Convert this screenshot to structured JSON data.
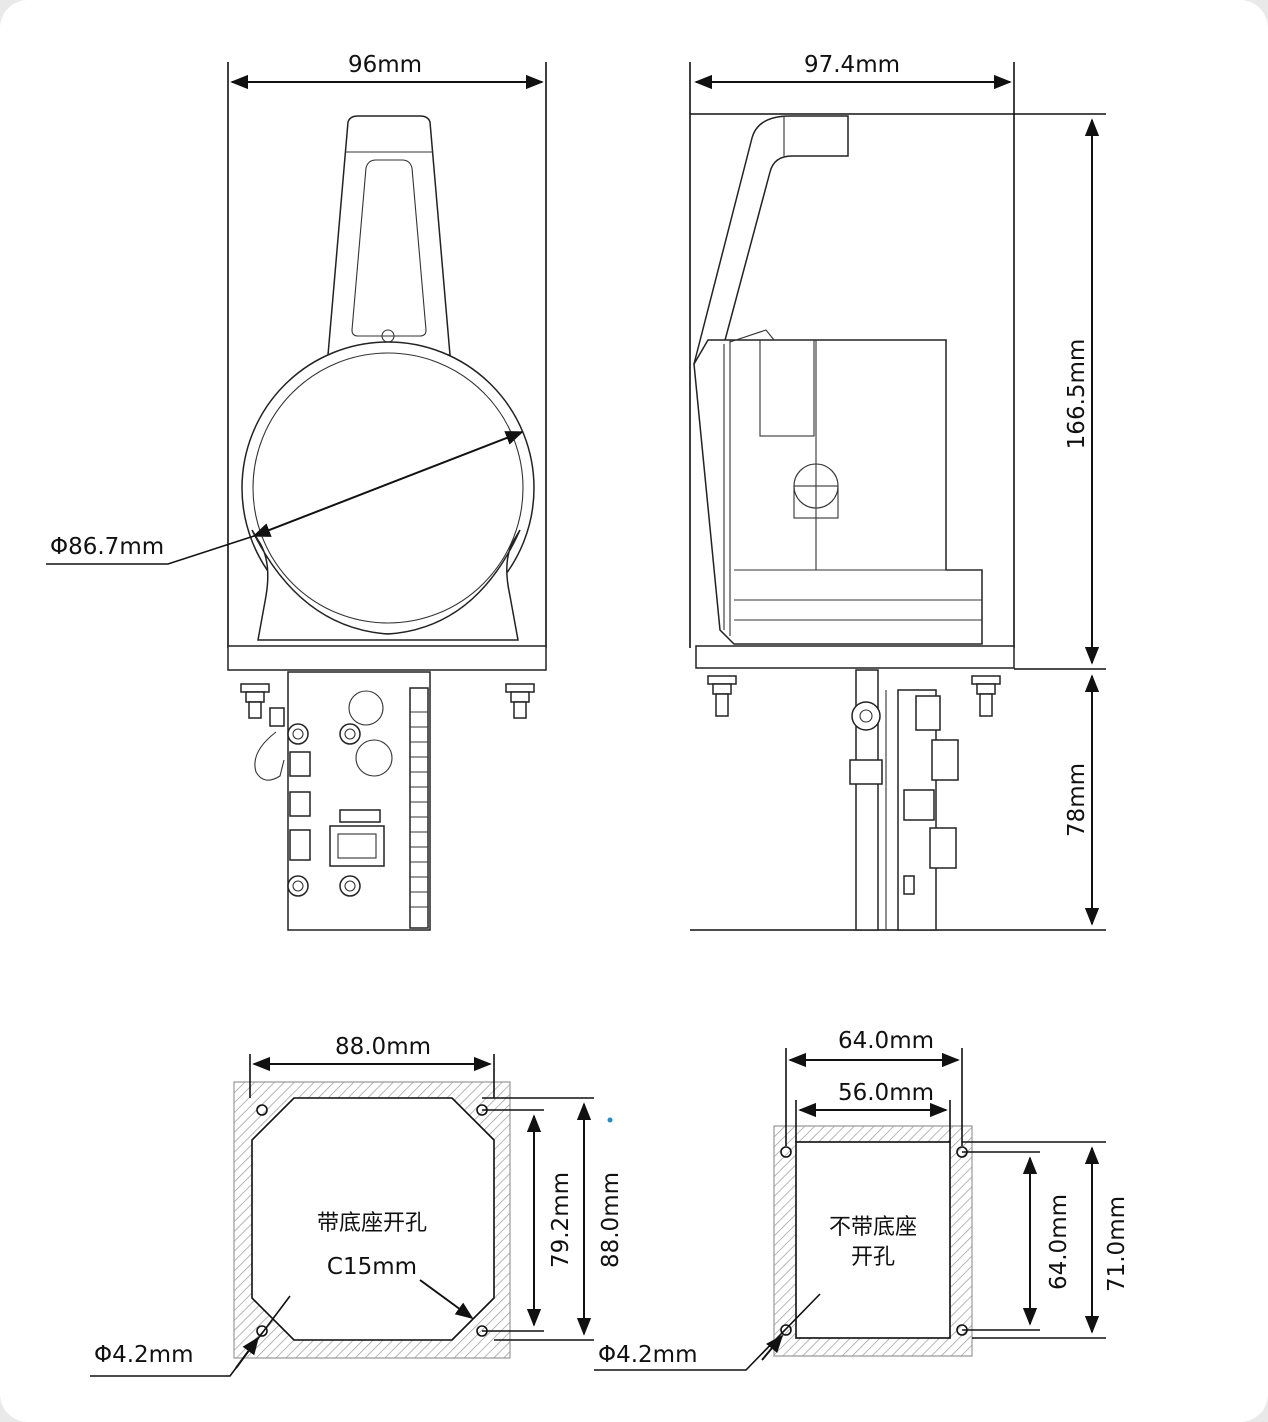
{
  "title": "",
  "front_view": {
    "width": "96mm",
    "diameter": "Φ86.7mm"
  },
  "side_view": {
    "width": "97.4mm",
    "height_upper": "166.5mm",
    "height_lower": "78mm"
  },
  "cutout_with_base": {
    "label": "带底座开孔",
    "width": "88.0mm",
    "height_outer": "88.0mm",
    "height_inner": "79.2mm",
    "chamfer": "C15mm",
    "hole": "Φ4.2mm"
  },
  "cutout_without_base": {
    "label_line1": "不带底座",
    "label_line2": "开孔",
    "width_outer": "64.0mm",
    "width_inner": "56.0mm",
    "height_inner": "64.0mm",
    "height_outer": "71.0mm",
    "hole": "Φ4.2mm"
  },
  "colors": {
    "line": "#111111",
    "hatch": "#9a9a9a",
    "background": "#ffffff",
    "page": "#e9e9e9"
  }
}
